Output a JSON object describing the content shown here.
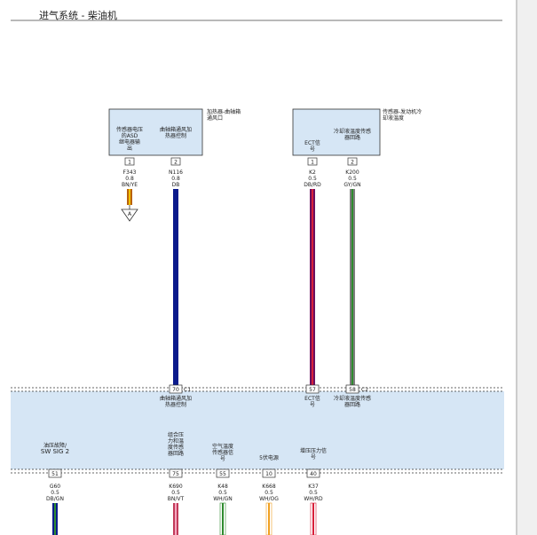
{
  "page_title": "进气系统 - 柴油机",
  "components": {
    "heater": {
      "name_lines": [
        "加热器-曲轴箱",
        "通风口"
      ],
      "pins": [
        {
          "num": "1",
          "label_lines": [
            "传感器电压",
            "的ASD",
            "继电器输",
            "出"
          ],
          "circuit": "F343",
          "gauge": "0.8",
          "color_code": "BN/YE"
        },
        {
          "num": "2",
          "label_lines": [
            "曲轴箱通风加",
            "热器控制"
          ],
          "circuit": "N116",
          "gauge": "0.8",
          "color_code": "DB"
        }
      ],
      "ground_label": "A"
    },
    "sensor": {
      "name_lines": [
        "传感器-发动机冷",
        "却液温度"
      ],
      "pins": [
        {
          "num": "1",
          "label_lines": [
            "ECT信",
            "号"
          ],
          "circuit": "K2",
          "gauge": "0.5",
          "color_code": "DB/RD"
        },
        {
          "num": "2",
          "label_lines": [
            "冷却液温度传感",
            "器回路"
          ],
          "circuit": "K200",
          "gauge": "0.5",
          "color_code": "GY/GN"
        }
      ]
    },
    "ecm": {
      "top_pins": [
        {
          "num": "70",
          "label_lines": [
            "曲轴箱通风加",
            "热器控制"
          ]
        },
        {
          "num": "57",
          "label_lines": [
            "ECT信",
            "号"
          ]
        },
        {
          "num": "58",
          "label_lines": [
            "冷却液温度传感",
            "器回路"
          ]
        }
      ],
      "connector_label": "C1",
      "connector_label_2": "C2",
      "bottom_pins": [
        {
          "num": "51",
          "label_lines": [
            "油压故障/",
            "SW SIG 2"
          ],
          "circuit": "G60",
          "gauge": "0.5",
          "color_code": "DB/GN"
        },
        {
          "num": "75",
          "label_lines": [
            "组合压",
            "力和温",
            "度传感",
            "器回路"
          ],
          "circuit": "K690",
          "gauge": "0.5",
          "color_code": "BN/VT"
        },
        {
          "num": "55",
          "label_lines": [
            "空气温度",
            "传感器信",
            "号"
          ],
          "circuit": "K48",
          "gauge": "0.5",
          "color_code": "WH/GN"
        },
        {
          "num": "10",
          "label_lines": [
            "5伏电源"
          ],
          "circuit": "K668",
          "gauge": "0.5",
          "color_code": "WH/OG"
        },
        {
          "num": "40",
          "label_lines": [
            "增压压力信",
            "号"
          ],
          "circuit": "K37",
          "gauge": "0.5",
          "color_code": "WH/RD"
        }
      ]
    }
  },
  "wire_colors": {
    "BN/YE": [
      "#b8620f",
      "#f2c200"
    ],
    "DB": [
      "#0a1a8c",
      "#0a1a8c"
    ],
    "DB/RD": [
      "#6a1060",
      "#d8203a"
    ],
    "GY/GN": [
      "#7d7d7d",
      "#2e8b2e"
    ],
    "DB/GN": [
      "#0a1a8c",
      "#2e8b2e"
    ],
    "BN/VT": [
      "#c23a5a",
      "#f4a8c0"
    ],
    "WH/GN": [
      "#ffffff",
      "#2e8b2e"
    ],
    "WH/OG": [
      "#ffffff",
      "#f0a020"
    ],
    "WH/RD": [
      "#ffffff",
      "#d8203a"
    ]
  },
  "box_fill": "#d6e6f5"
}
